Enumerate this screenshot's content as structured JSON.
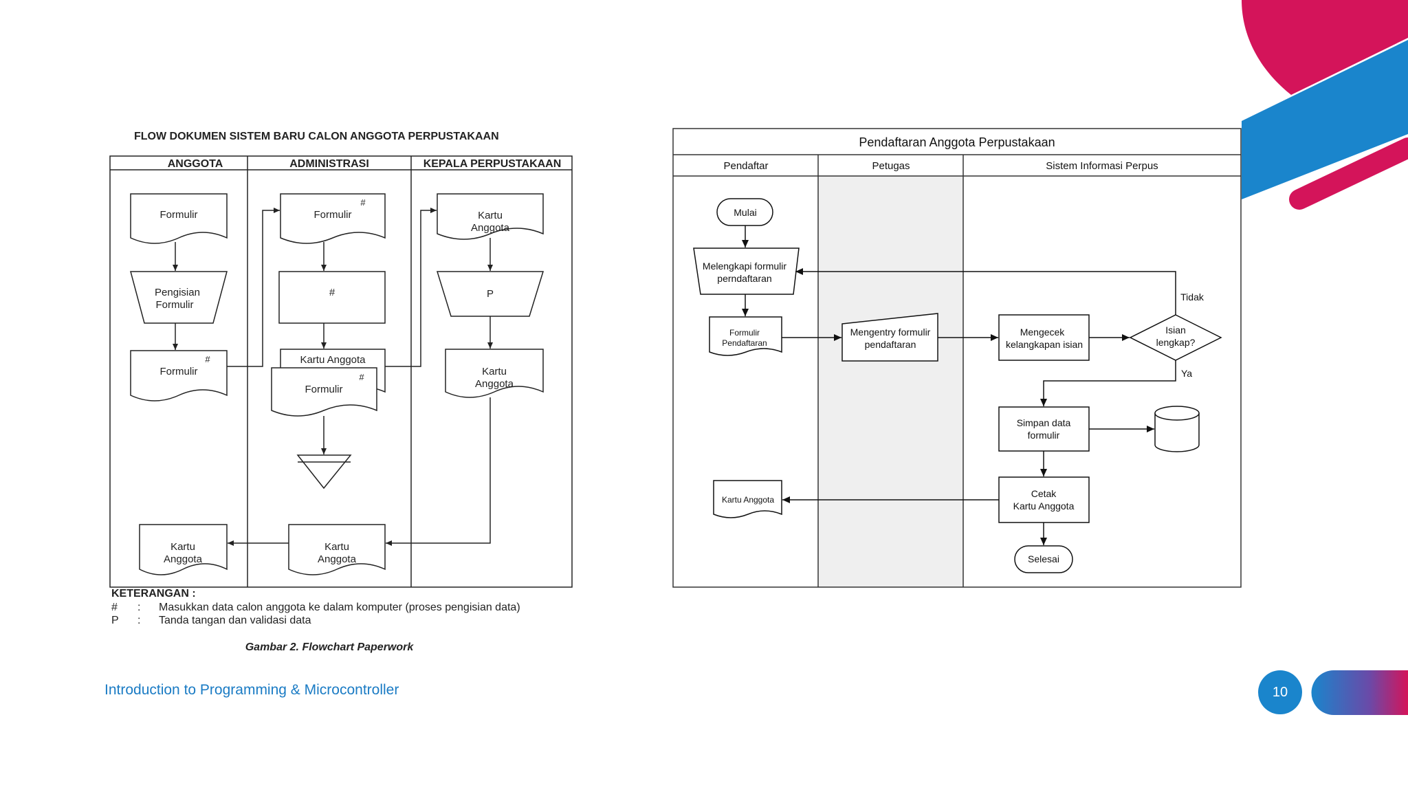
{
  "left": {
    "title": "FLOW DOKUMEN SISTEM BARU CALON ANGGOTA PERPUSTAKAAN",
    "lanes": [
      "ANGGOTA",
      "ADMINISTRASI",
      "KEPALA PERPUSTAKAAN"
    ],
    "shapes": {
      "formulir_a1": "Formulir",
      "pengisian": [
        "Pengisian",
        "Formulir"
      ],
      "formulir_a2": "Formulir",
      "formulir_b1": "Formulir",
      "proses_b": "#",
      "kartu_b": "Kartu Anggota",
      "formulir_b2": "Formulir",
      "kartu_c1": [
        "Kartu",
        "Anggota"
      ],
      "proses_c": "P",
      "kartu_c2": [
        "Kartu",
        "Anggota"
      ],
      "kartu_b3": [
        "Kartu",
        "Anggota"
      ],
      "kartu_a3": [
        "Kartu",
        "Anggota"
      ],
      "hash": "#"
    },
    "legend_title": "KETERANGAN :",
    "legend": [
      {
        "sym": "#",
        "sep": ":",
        "text": "Masukkan data calon anggota ke dalam komputer (proses pengisian data)"
      },
      {
        "sym": "P",
        "sep": ":",
        "text": "Tanda tangan dan validasi data"
      }
    ],
    "caption": "Gambar 2. Flowchart Paperwork"
  },
  "right": {
    "title": "Pendaftaran Anggota  Perpustakaan",
    "lanes": [
      "Pendaftar",
      "Petugas",
      "Sistem Informasi Perpus"
    ],
    "nodes": {
      "mulai": "Mulai",
      "melengkapi": [
        "Melengkapi formulir",
        "perndaftaran"
      ],
      "formulir": [
        "Formulir",
        "Pendaftaran"
      ],
      "mengentry": [
        "Mengentry formulir",
        "pendaftaran"
      ],
      "mengecek": [
        "Mengecek",
        "kelangkapan isian"
      ],
      "isian": [
        "Isian",
        "lengkap?"
      ],
      "tidak": "Tidak",
      "ya": "Ya",
      "simpan": [
        "Simpan data",
        "formulir"
      ],
      "cetak": [
        "Cetak",
        "Kartu Anggota"
      ],
      "kartu": "Kartu Anggota",
      "selesai": "Selesai"
    }
  },
  "footer": {
    "course": "Introduction to Programming & Microcontroller",
    "page": "10"
  },
  "colors": {
    "accent_magenta": "#d4145a",
    "accent_blue": "#1a85cc",
    "lane_shade": "#efefef"
  }
}
